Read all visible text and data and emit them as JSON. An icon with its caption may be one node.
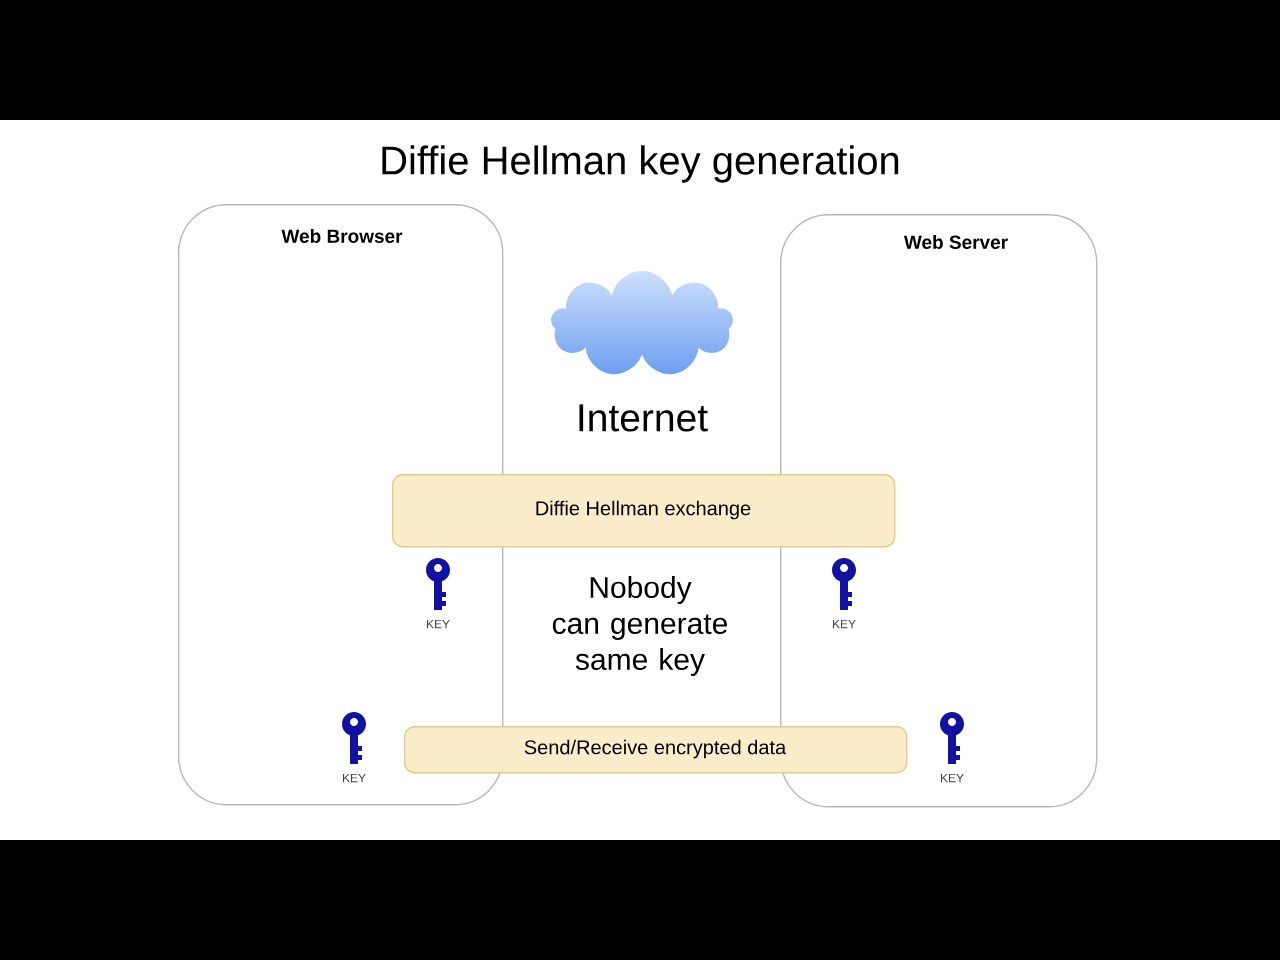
{
  "diagram": {
    "title": "Diffie Hellman key generation",
    "nodes": [
      {
        "text": [
          "Web Browser"
        ]
      },
      {
        "text": [
          "Web Server"
        ]
      },
      {
        "text": [],
        "shape": "cloud",
        "beside": [
          "Internet"
        ]
      },
      {
        "text": [
          "Diffie Hellman exchange"
        ]
      },
      {
        "text": [
          "Send/Receive encrypted data"
        ]
      }
    ],
    "labels": [
      "Nobody can generate same key",
      "KEY",
      "KEY",
      "KEY",
      "KEY"
    ]
  }
}
